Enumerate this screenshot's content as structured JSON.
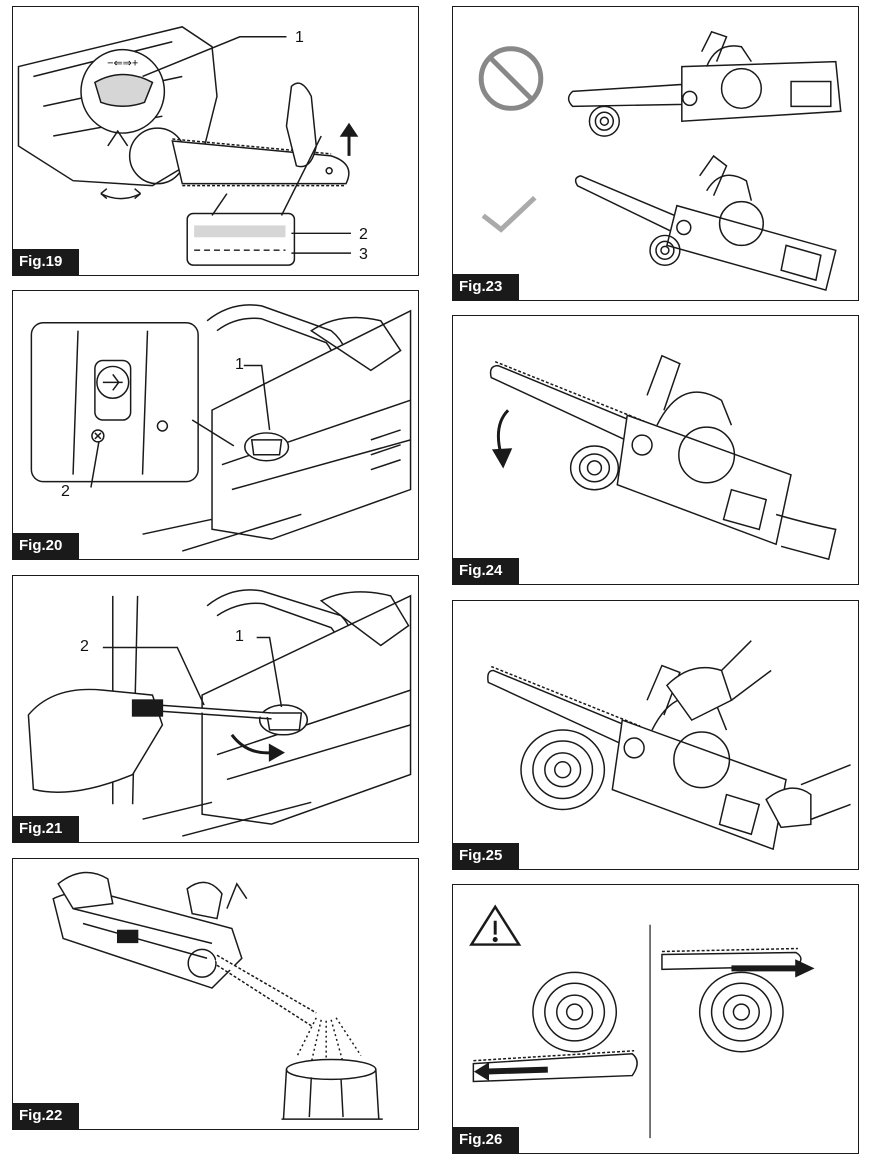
{
  "figures": [
    {
      "id": "fig19",
      "label": "Fig.19",
      "callouts": [
        "1",
        "2",
        "3"
      ],
      "adjuster_symbol": "−⇐⇒+"
    },
    {
      "id": "fig20",
      "label": "Fig.20",
      "callouts": [
        "1",
        "2"
      ]
    },
    {
      "id": "fig21",
      "label": "Fig.21",
      "callouts": [
        "2",
        "1"
      ]
    },
    {
      "id": "fig22",
      "label": "Fig.22",
      "callouts": []
    },
    {
      "id": "fig23",
      "label": "Fig.23",
      "callouts": []
    },
    {
      "id": "fig24",
      "label": "Fig.24",
      "callouts": []
    },
    {
      "id": "fig25",
      "label": "Fig.25",
      "callouts": []
    },
    {
      "id": "fig26",
      "label": "Fig.26",
      "callouts": []
    }
  ],
  "colors": {
    "ink": "#1a1a1a",
    "fill": "#ffffff",
    "shade": "#d6d6d6"
  }
}
